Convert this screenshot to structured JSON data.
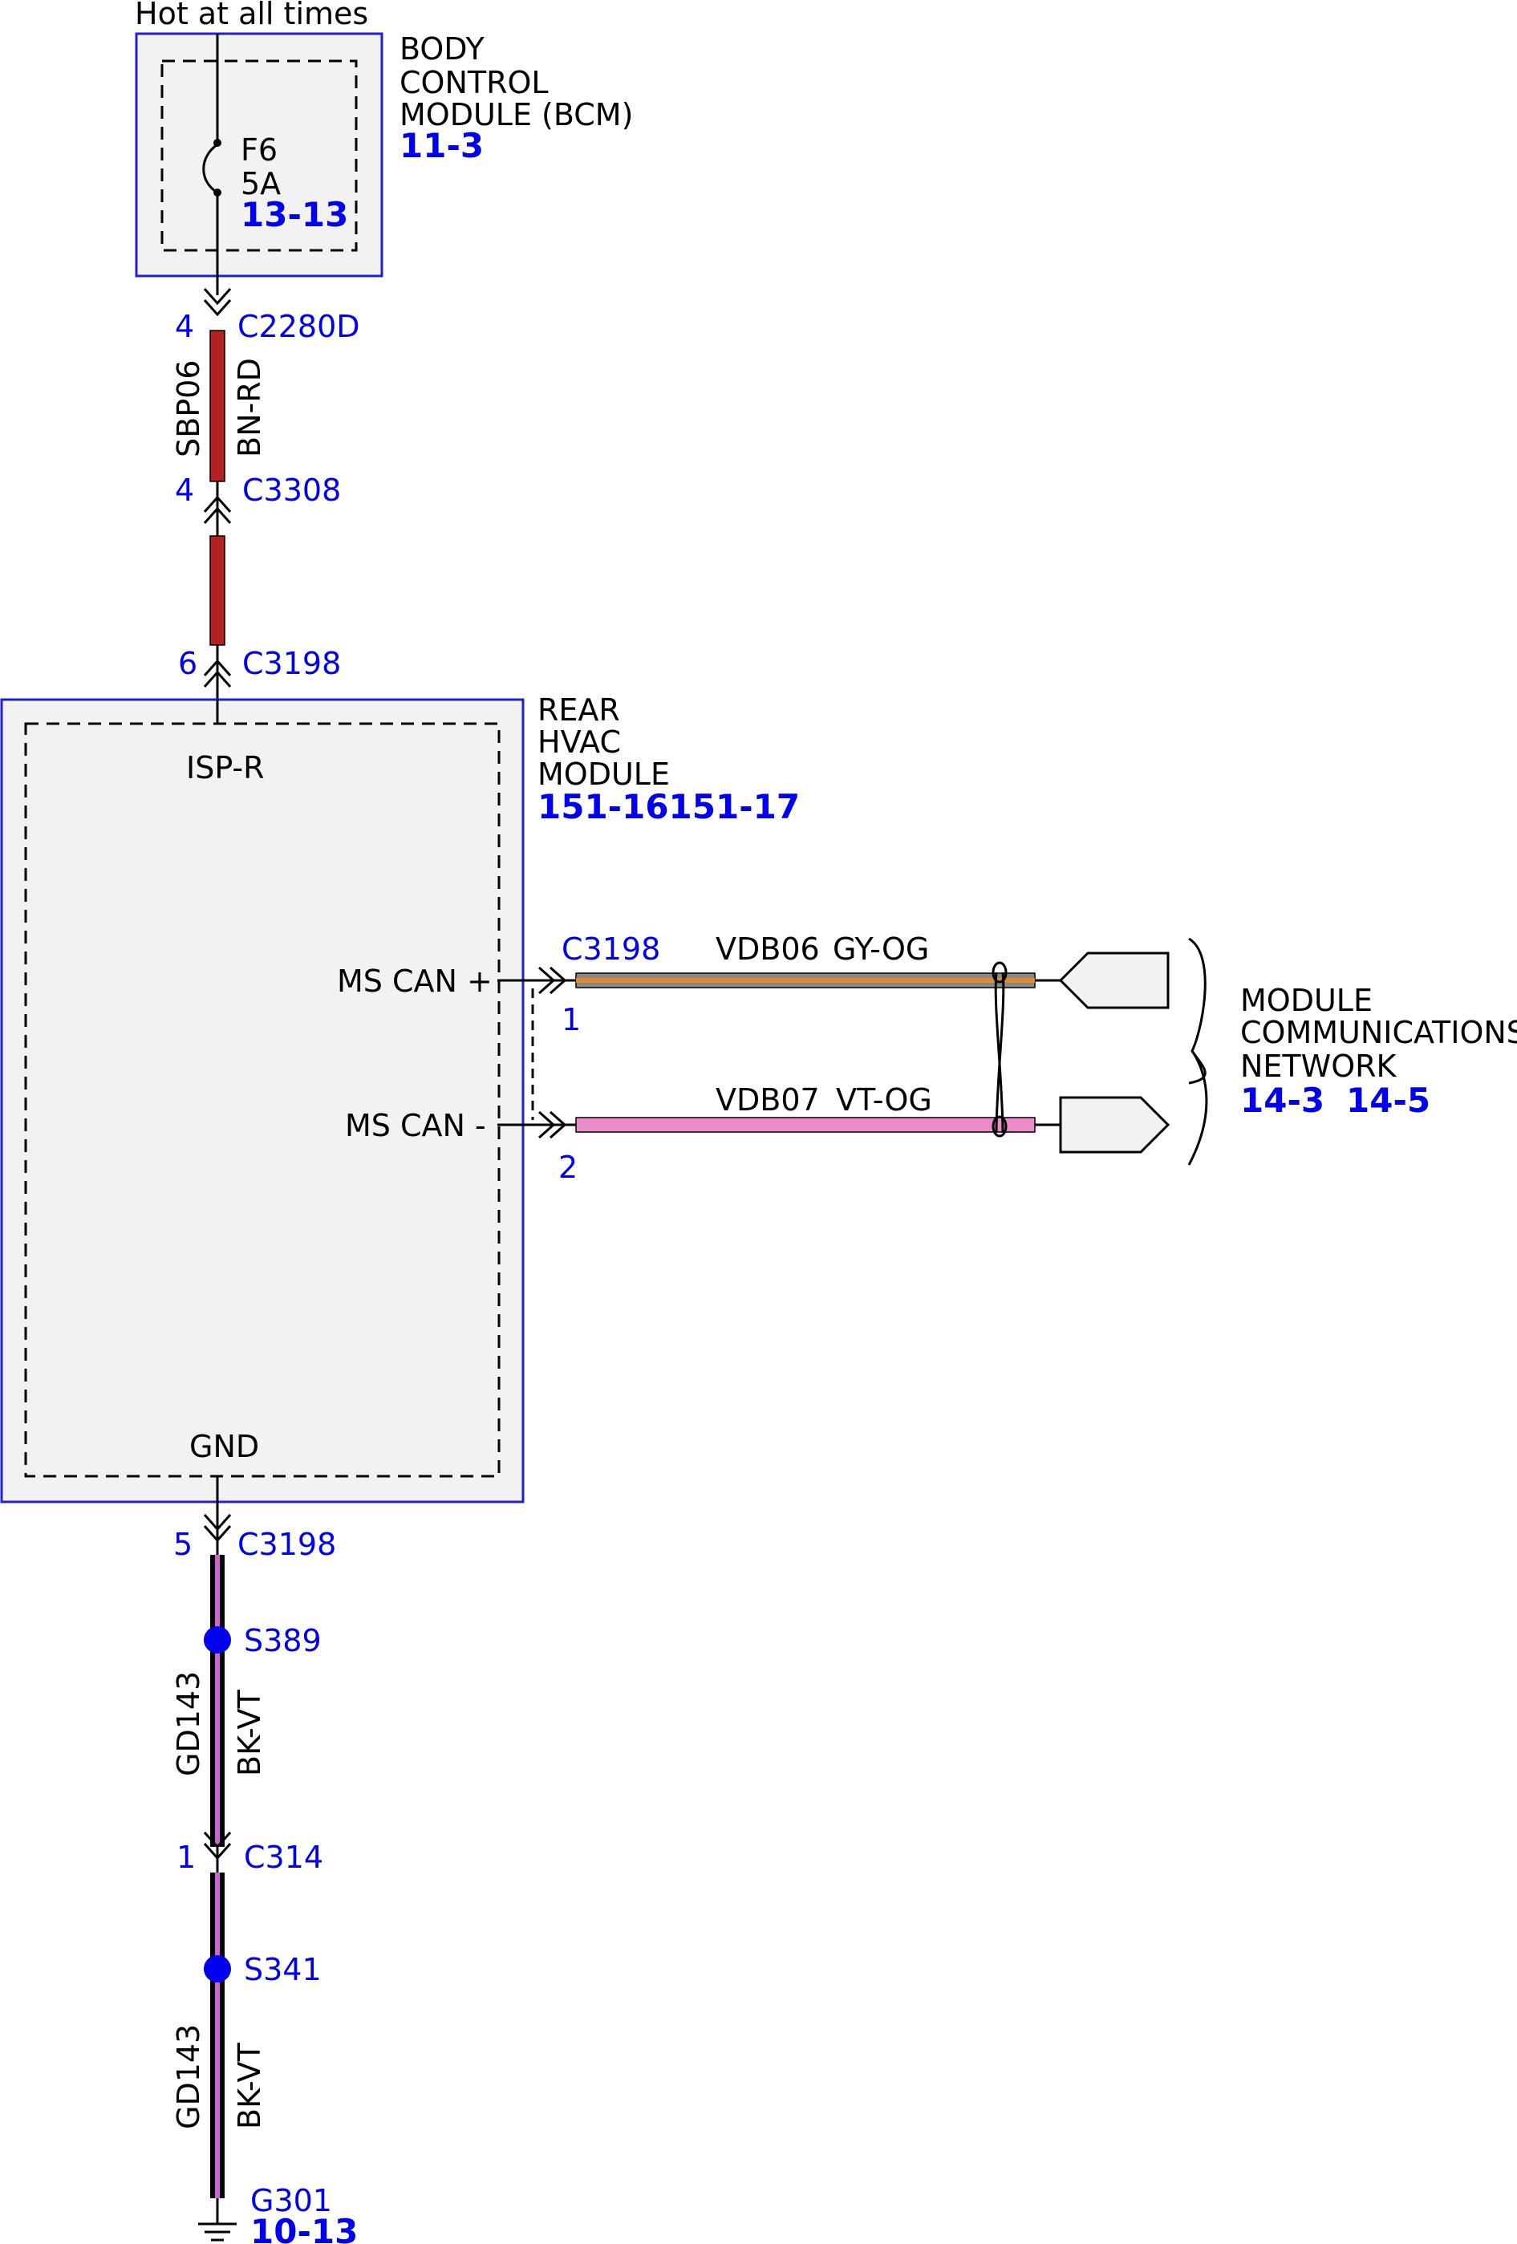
{
  "power": {
    "label": "Hot at all times"
  },
  "bcm": {
    "title_lines": [
      "BODY",
      "CONTROL",
      "MODULE (BCM)"
    ],
    "ref": "11-3",
    "fuse": {
      "name": "F6",
      "rating": "5A",
      "ref": "13-13"
    }
  },
  "connectors": {
    "c2280d": {
      "pin": "4",
      "name": "C2280D"
    },
    "c3308": {
      "pin": "4",
      "name": "C3308"
    },
    "c3198_top": {
      "pin": "6",
      "name": "C3198"
    },
    "c3198_can": {
      "name": "C3198",
      "pin_plus": "1",
      "pin_minus": "2"
    },
    "c3198_gnd": {
      "pin": "5",
      "name": "C3198"
    },
    "c314": {
      "pin": "1",
      "name": "C314"
    }
  },
  "wires": {
    "power": {
      "circuit": "SBP06",
      "color": "BN-RD",
      "hex": "#b22222"
    },
    "can_plus": {
      "circuit": "VDB06",
      "color": "GY-OG",
      "hex_base": "#8a8a8a",
      "hex_stripe": "#e08a2e"
    },
    "can_minus": {
      "circuit": "VDB07",
      "color": "VT-OG",
      "hex_base": "#e98cc8",
      "hex_stripe": "#f0a0a0"
    },
    "ground_1": {
      "circuit": "GD143",
      "color": "BK-VT",
      "hex_base": "#000000",
      "hex_stripe": "#cc66cc"
    },
    "ground_2": {
      "circuit": "GD143",
      "color": "BK-VT",
      "hex_base": "#000000",
      "hex_stripe": "#cc66cc"
    }
  },
  "rear_hvac": {
    "title_lines": [
      "REAR",
      "HVAC",
      "MODULE"
    ],
    "ref": "151-16151-17",
    "pins": {
      "power": "ISP-R",
      "can_plus": "MS CAN +",
      "can_minus": "MS CAN -",
      "ground": "GND"
    }
  },
  "network": {
    "title_lines": [
      "MODULE",
      "COMMUNICATIONS",
      "NETWORK"
    ],
    "refs": [
      "14-3",
      "14-5"
    ]
  },
  "splices": {
    "s389": "S389",
    "s341": "S341"
  },
  "ground": {
    "name": "G301",
    "ref": "10-13"
  },
  "colors": {
    "label_blue": "#0000ee",
    "module_border": "#2020cc",
    "module_fill": "#f2f2f2",
    "splice": "#0000ee"
  }
}
